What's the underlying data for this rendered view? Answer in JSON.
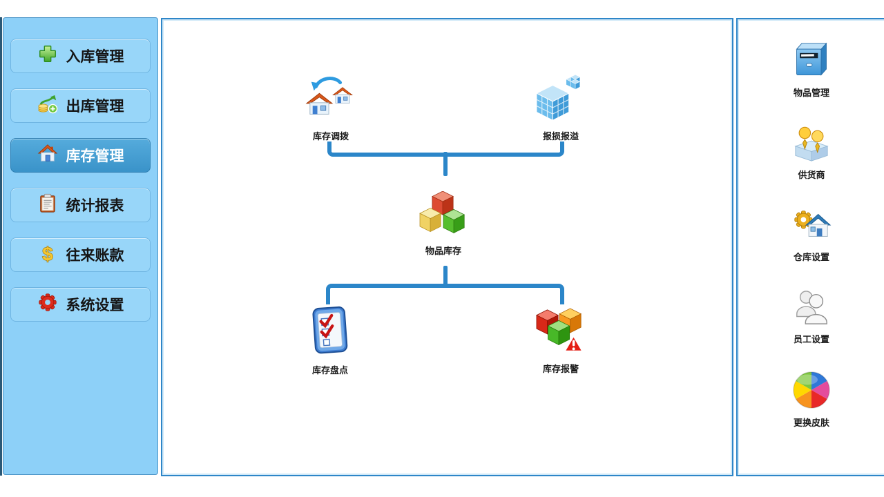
{
  "sidebar": {
    "items": [
      {
        "label": "入库管理",
        "icon": "plus-icon",
        "selected": false
      },
      {
        "label": "出库管理",
        "icon": "chart-coins-icon",
        "selected": false
      },
      {
        "label": "库存管理",
        "icon": "house-icon",
        "selected": true
      },
      {
        "label": "统计报表",
        "icon": "clipboard-icon",
        "selected": false
      },
      {
        "label": "往来账款",
        "icon": "dollar-icon",
        "selected": false
      },
      {
        "label": "系统设置",
        "icon": "red-gear-icon",
        "selected": false
      }
    ]
  },
  "main": {
    "nodes": {
      "transfer": {
        "label": "库存调拨",
        "icon": "houses-swap-icon"
      },
      "loss_overflow": {
        "label": "报损报溢",
        "icon": "blue-cubes-icon"
      },
      "item_stock": {
        "label": "物品库存",
        "icon": "boxes-icon"
      },
      "stocktake": {
        "label": "库存盘点",
        "icon": "checklist-icon"
      },
      "stock_alert": {
        "label": "库存报警",
        "icon": "alert-cubes-icon"
      }
    },
    "connections": [
      [
        "transfer",
        "item_stock"
      ],
      [
        "loss_overflow",
        "item_stock"
      ],
      [
        "item_stock",
        "stocktake"
      ],
      [
        "item_stock",
        "stock_alert"
      ]
    ]
  },
  "rightbar": {
    "items": [
      {
        "label": "物品管理",
        "icon": "cabinet-icon"
      },
      {
        "label": "供货商",
        "icon": "people-tie-icon"
      },
      {
        "label": "仓库设置",
        "icon": "gear-house-icon"
      },
      {
        "label": "员工设置",
        "icon": "people-gray-icon"
      },
      {
        "label": "更换皮肤",
        "icon": "color-wheel-icon"
      }
    ]
  },
  "colors": {
    "panel_border": "#2E86C8",
    "sidebar_bg": "#8DD0F8",
    "button_bg": "#98D6F9",
    "button_selected_bg": "#3E9CD0",
    "connector": "#2B86C9"
  }
}
